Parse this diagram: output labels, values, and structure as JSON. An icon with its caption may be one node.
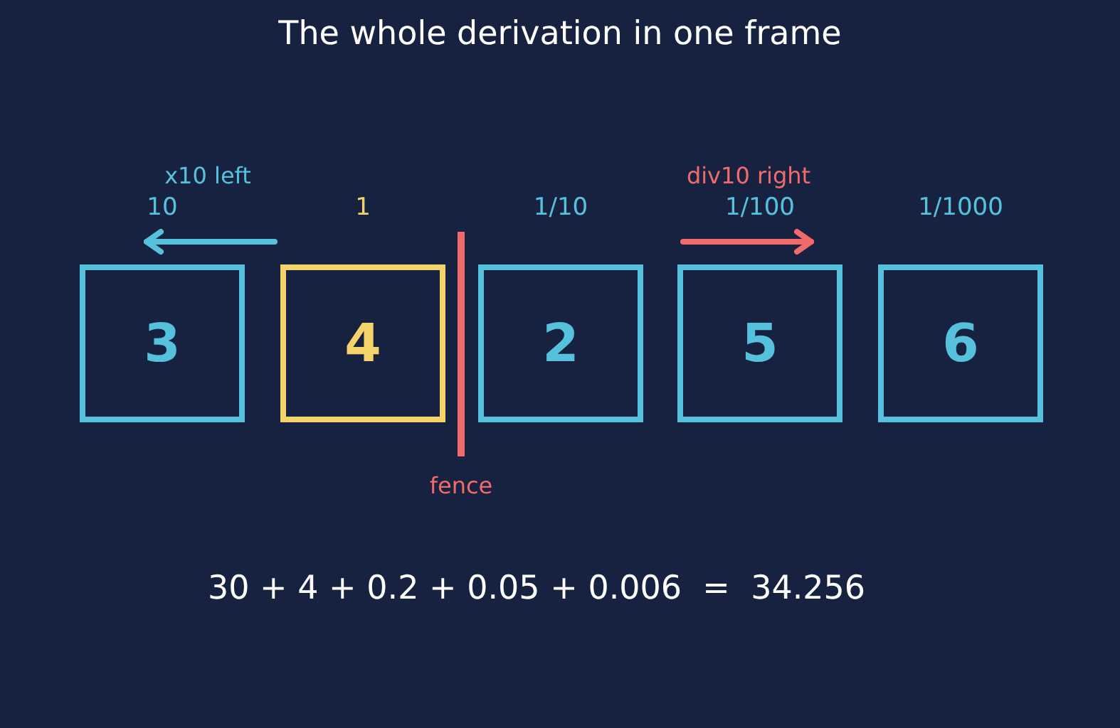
{
  "diagram": {
    "title": "The whole derivation in one frame",
    "nodes": [
      {
        "text": [
          "3"
        ],
        "beside": [
          "10"
        ]
      },
      {
        "text": [
          "4"
        ],
        "beside": [
          "1"
        ]
      },
      {
        "text": [
          "2"
        ],
        "beside": [
          "1/10"
        ]
      },
      {
        "text": [
          "5"
        ],
        "beside": [
          "1/100"
        ]
      },
      {
        "text": [
          "6"
        ],
        "beside": [
          "1/1000"
        ]
      }
    ],
    "labels": [
      "x10 left",
      "div10 right",
      "fence",
      "30 + 4 + 0.2 + 0.05 + 0.006  =  34.256"
    ]
  }
}
